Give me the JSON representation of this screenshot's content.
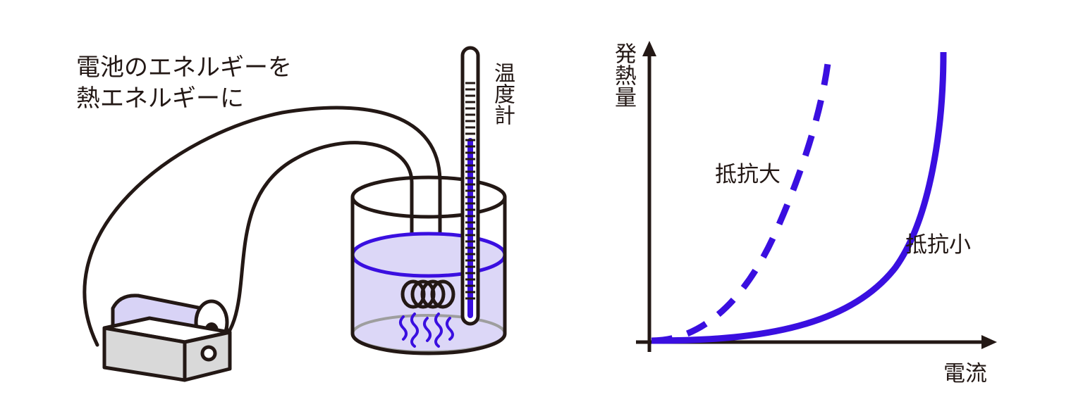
{
  "caption": {
    "line1": "電池のエネルギーを",
    "line2": "熱エネルギーに"
  },
  "thermometer_label": "温度計",
  "graph": {
    "y_axis_label": "発熱量",
    "x_axis_label": "電流",
    "series_labels": {
      "high_resistance": "抵抗大",
      "low_resistance": "抵抗小"
    }
  },
  "colors": {
    "outline": "#231815",
    "accent": "#3a0fe0",
    "water": "#dcd7f7",
    "battery": "#d9d9d9"
  },
  "chart_data": {
    "type": "line",
    "title": "",
    "xlabel": "電流",
    "ylabel": "発熱量",
    "grid": false,
    "series": [
      {
        "name": "抵抗大",
        "style": "dashed",
        "curve": "exponential, steep"
      },
      {
        "name": "抵抗小",
        "style": "solid",
        "curve": "exponential, gradual"
      }
    ]
  }
}
